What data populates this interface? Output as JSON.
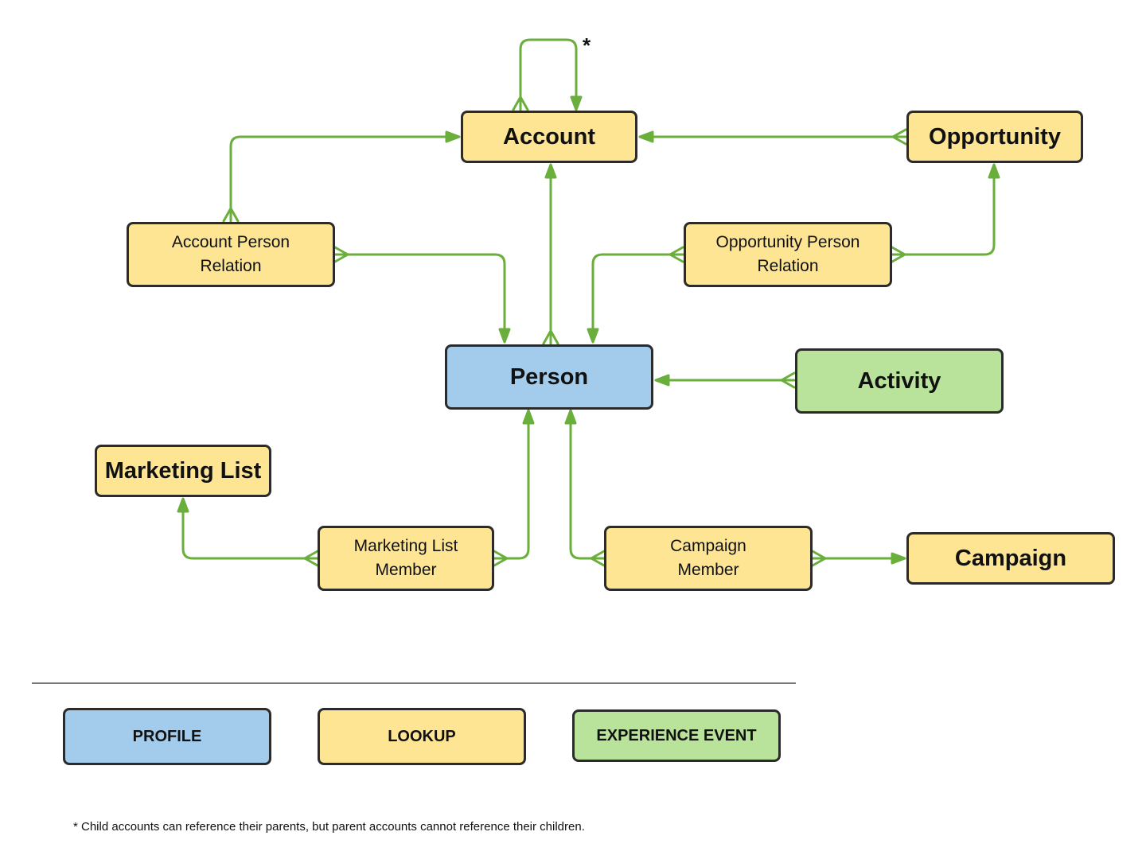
{
  "nodes": {
    "account": "Account",
    "opportunity": "Opportunity",
    "account_person_relation": [
      "Account Person",
      "Relation"
    ],
    "opportunity_person_relation": [
      "Opportunity Person",
      "Relation"
    ],
    "person": "Person",
    "activity": "Activity",
    "marketing_list": "Marketing List",
    "marketing_list_member": [
      "Marketing List",
      "Member"
    ],
    "campaign_member": [
      "Campaign",
      "Member"
    ],
    "campaign": "Campaign"
  },
  "annotation": "*",
  "legend": {
    "profile": "PROFILE",
    "lookup": "LOOKUP",
    "experience_event": "EXPERIENCE EVENT"
  },
  "footnote": "* Child accounts can reference their parents, but parent accounts cannot reference their children.",
  "colors": {
    "profile": "#a3cbec",
    "lookup": "#fde593",
    "experience_event": "#b9e39a",
    "connector": "#6aae3c",
    "border": "#2b2b2b"
  }
}
